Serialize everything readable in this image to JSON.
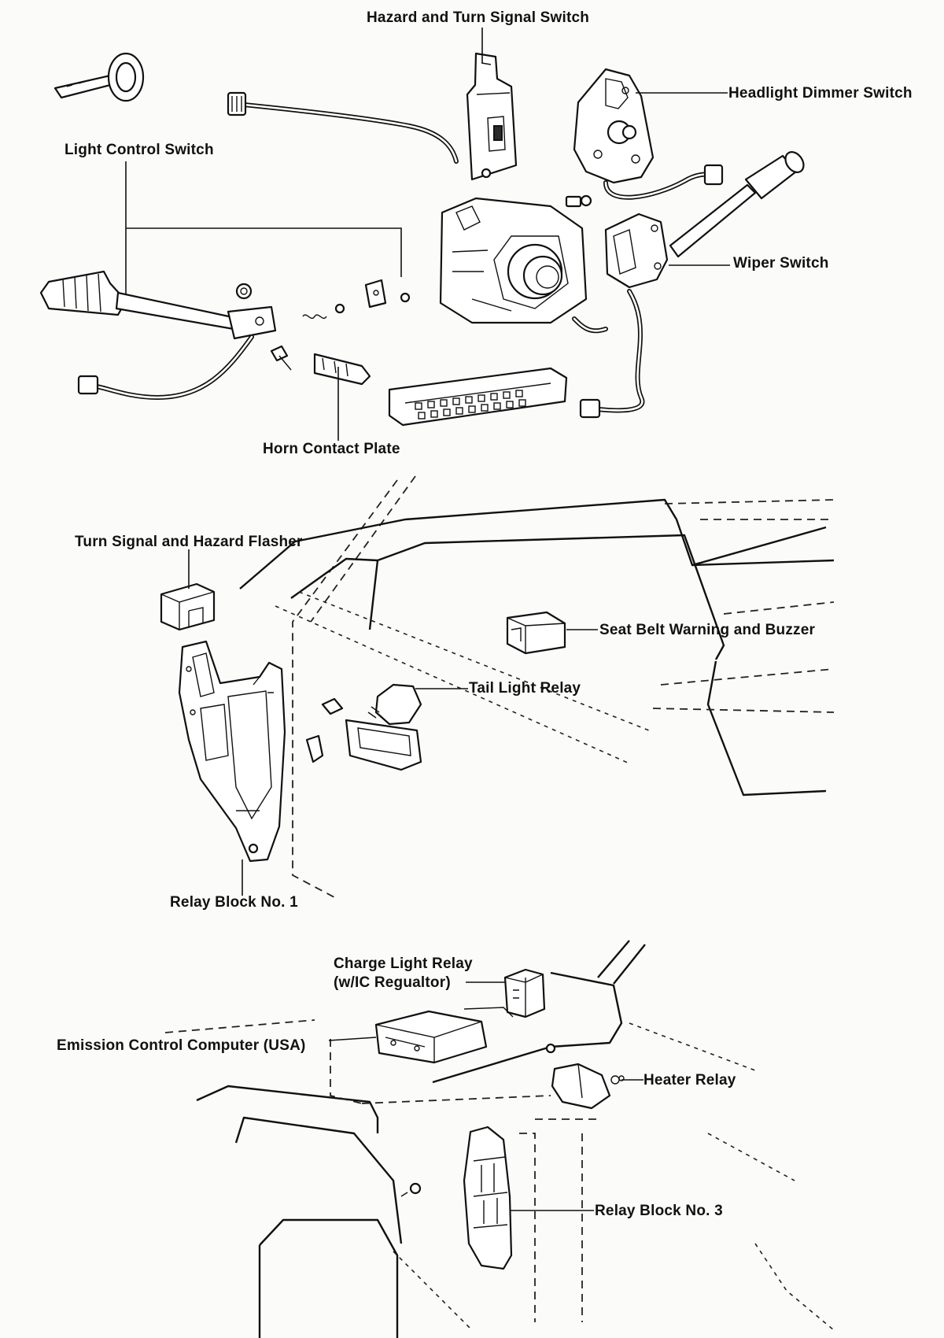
{
  "labels": {
    "hazard_turn_signal_switch": "Hazard and Turn Signal Switch",
    "headlight_dimmer_switch": "Headlight Dimmer Switch",
    "light_control_switch": "Light Control Switch",
    "wiper_switch": "Wiper Switch",
    "horn_contact_plate": "Horn Contact Plate",
    "turn_signal_hazard_flasher": "Turn Signal and Hazard Flasher",
    "seat_belt_warning_buzzer": "Seat Belt Warning and Buzzer",
    "tail_light_relay": "Tail Light Relay",
    "relay_block_no1": "Relay Block No. 1",
    "charge_light_relay_line1": "Charge Light Relay",
    "charge_light_relay_line2": "(w/IC Regualtor)",
    "emission_control_computer": "Emission Control Computer (USA)",
    "heater_relay": "Heater Relay",
    "relay_block_no3": "Relay Block No. 3"
  },
  "colors": {
    "ink": "#111111",
    "paper": "#fbfbf9"
  }
}
